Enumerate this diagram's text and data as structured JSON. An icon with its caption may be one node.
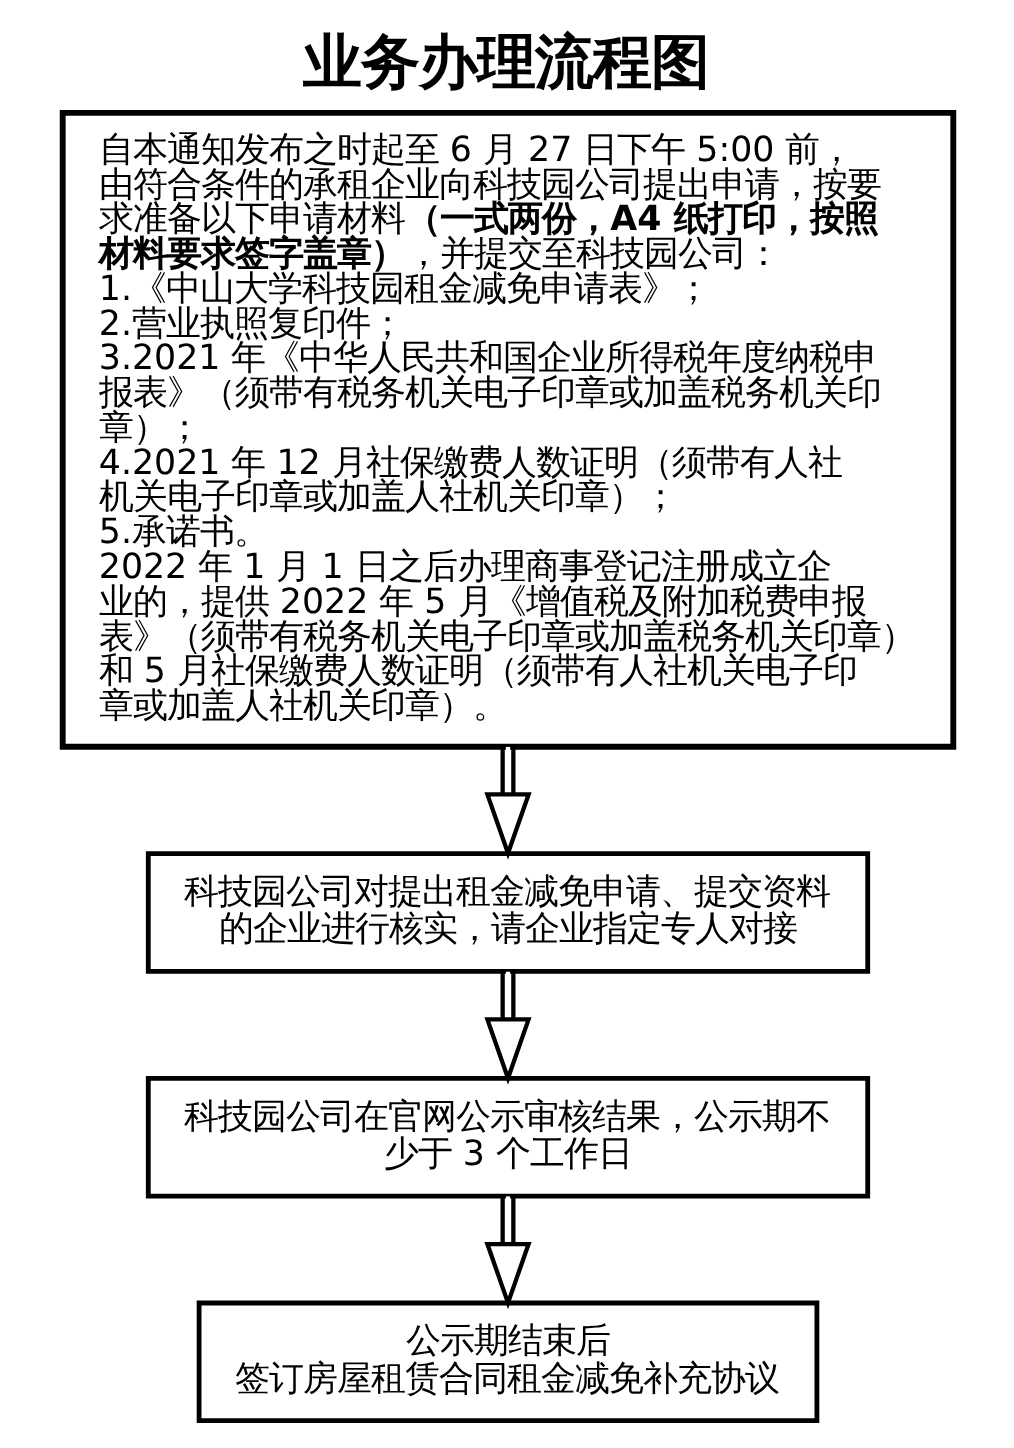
{
  "diagram": {
    "title": "业务办理流程图",
    "nodes": [
      {
        "text": [
          "自本通知发布之时起至 6 月 27 日下午 5:00 前，由符合条件的承租企业向科技园公司提出申请，按要求准备以下申请材料**（一式两份，A4 纸打印，按照材料要求签字盖章）**，并提交至科技园公司：",
          "1.《中山大学科技园租金减免申请表》；",
          "2.营业执照复印件；",
          "3.2021 年《中华人民共和国企业所得税年度纳税申报表》（须带有税务机关电子印章或加盖税务机关印章）；",
          "4.2021 年 12 月社保缴费人数证明（须带有人社机关电子印章或加盖人社机关印章）；",
          "5.承诺书。",
          "2022 年 1 月 1 日之后办理商事登记注册成立企业的，提供 2022 年 5 月《增值税及附加税费申报表》（须带有税务机关电子印章或加盖税务机关印章）和 5 月社保缴费人数证明（须带有人社机关电子印章或加盖人社机关印章）。"
        ]
      },
      {
        "text": [
          "科技园公司对提出租金减免申请、提交资料的企业进行核实，请企业指定专人对接"
        ]
      },
      {
        "text": [
          "科技园公司在官网公示审核结果，公示期不少于 3 个工作日"
        ]
      },
      {
        "text": [
          "公示期结束后",
          "签订房屋租赁合同租金减免补充协议"
        ]
      }
    ],
    "edges": [
      {
        "from": 0,
        "to": 1,
        "arrow": "to"
      },
      {
        "from": 1,
        "to": 2,
        "arrow": "to"
      },
      {
        "from": 2,
        "to": 3,
        "arrow": "to"
      }
    ]
  }
}
